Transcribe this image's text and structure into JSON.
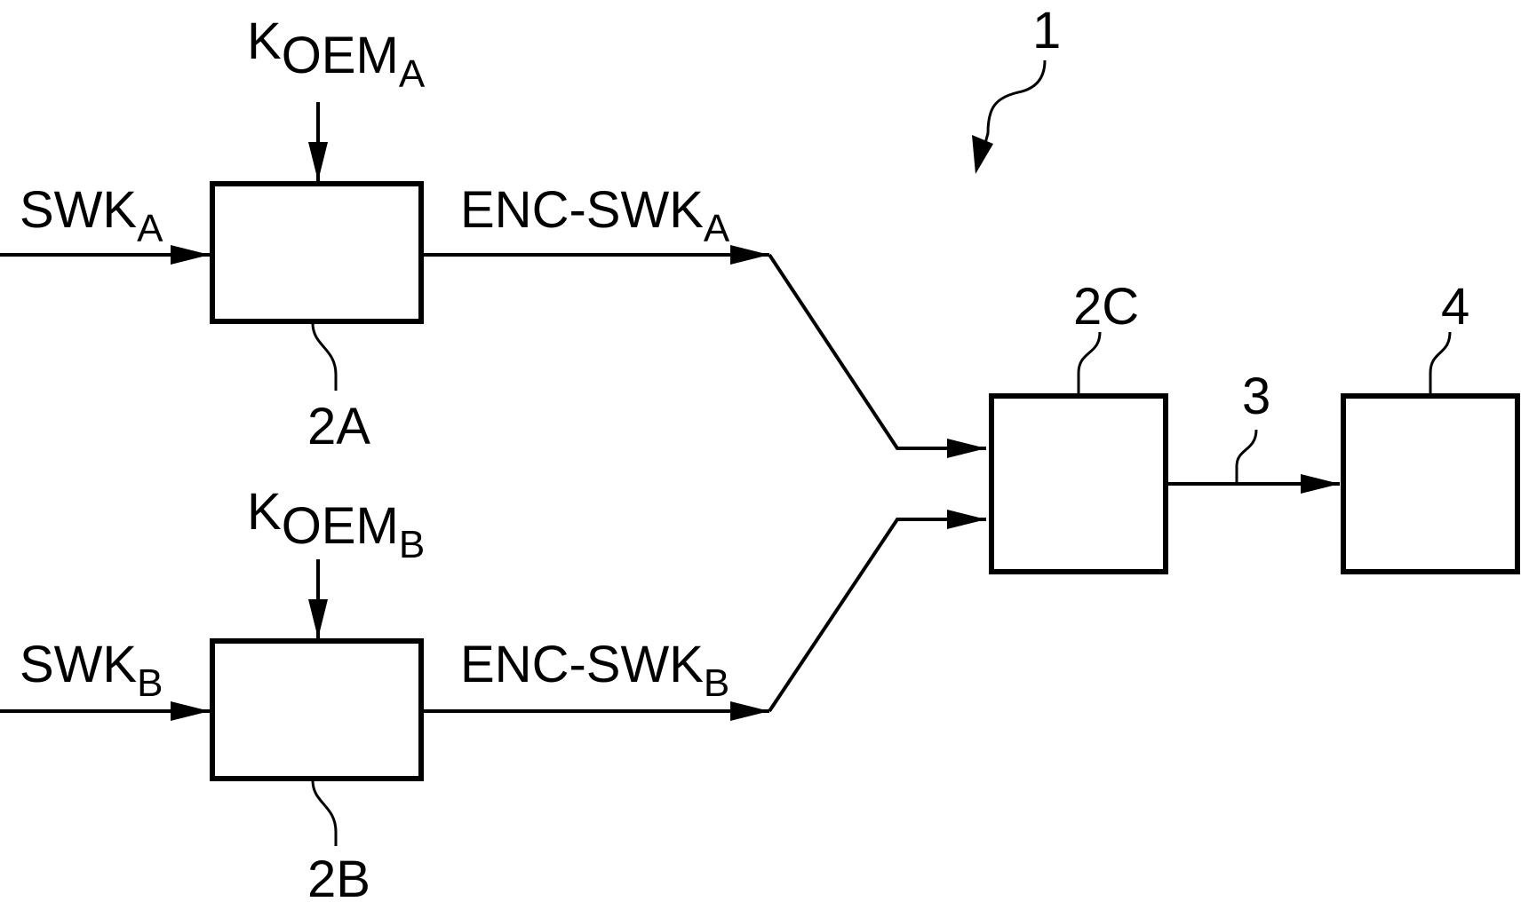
{
  "figure": {
    "ref_numeral": "1",
    "colors": {
      "ink": "#000000",
      "paper": "#ffffff"
    }
  },
  "block_2a": {
    "ref": "2A",
    "input": {
      "base": "SWK",
      "sub": "A"
    },
    "key": {
      "base": "K",
      "mid": "OEM",
      "sub": "A"
    },
    "output": {
      "base": "ENC-SWK",
      "sub": "A"
    }
  },
  "block_2b": {
    "ref": "2B",
    "input": {
      "base": "SWK",
      "sub": "B"
    },
    "key": {
      "base": "K",
      "mid": "OEM",
      "sub": "B"
    },
    "output": {
      "base": "ENC-SWK",
      "sub": "B"
    }
  },
  "block_2c": {
    "ref": "2C"
  },
  "connection_3": {
    "ref": "3"
  },
  "block_4": {
    "ref": "4"
  }
}
